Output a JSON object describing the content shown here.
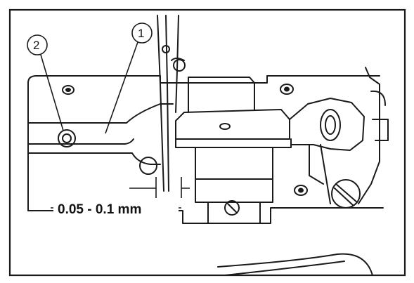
{
  "figure": {
    "callouts": [
      {
        "number": "1",
        "target": "needle"
      },
      {
        "number": "2",
        "target": "screw"
      }
    ],
    "dimension_label": "0.05 - 0.1 mm",
    "colors": {
      "ink": "#1a1a1a",
      "paper": "#ffffff"
    }
  }
}
